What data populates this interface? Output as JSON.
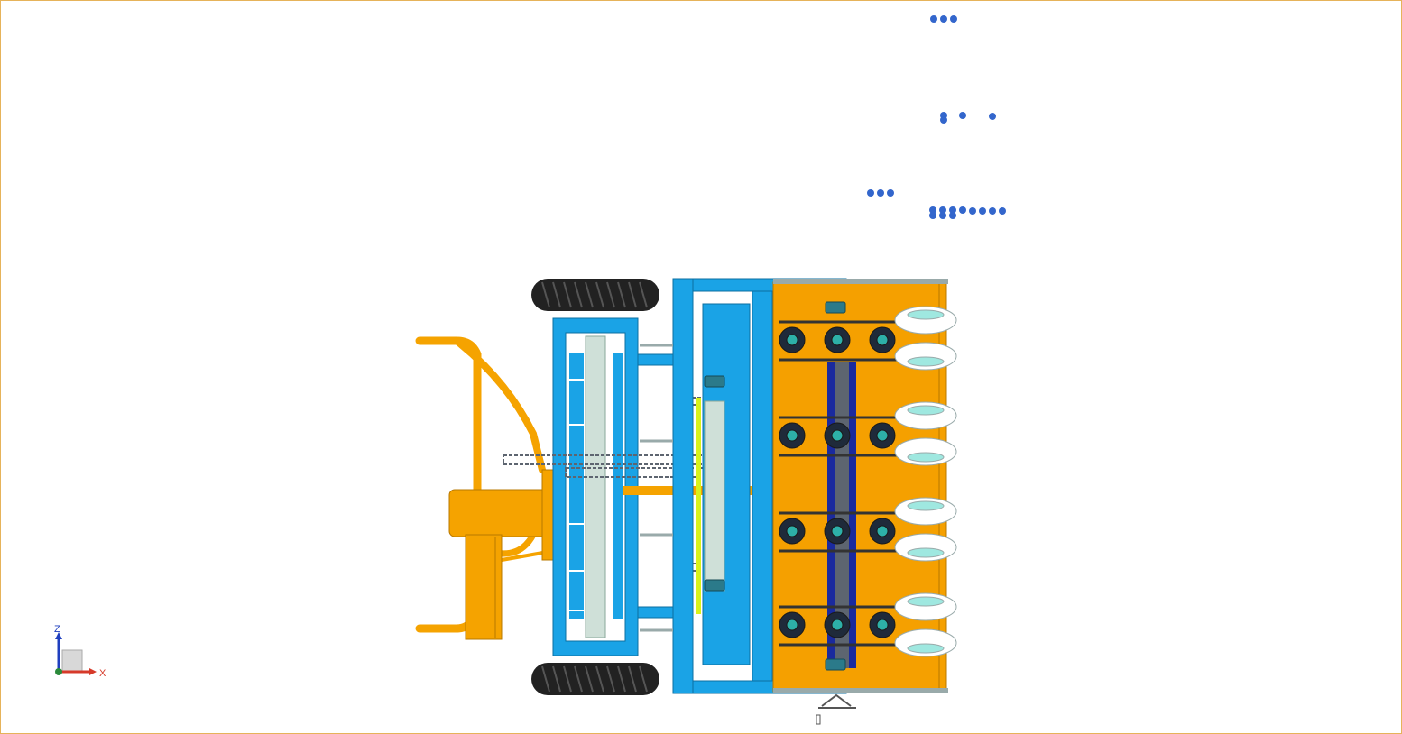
{
  "viewport": {
    "border_color": "#e6b35a",
    "background": "#ffffff"
  },
  "axis_triad": {
    "z_label": "Z",
    "x_label": "X",
    "z_color": "#1f3fbf",
    "x_color": "#d63a2a"
  },
  "model": {
    "description_icon": "cad-assembly",
    "frame_color": "#1aa3e6",
    "hitch_color": "#f5a300",
    "bin_color": "#f5a000",
    "shaft_color": "#cfe0d8",
    "tyre_color": "#222222",
    "disc_color": "#ffffff",
    "hub_color": "#2db0a8",
    "roller_color": "#1a2a9e",
    "chain_color": "#5d6570",
    "accent_yellow": "#d8f21a"
  },
  "markers": {
    "color": "#3366cc"
  }
}
